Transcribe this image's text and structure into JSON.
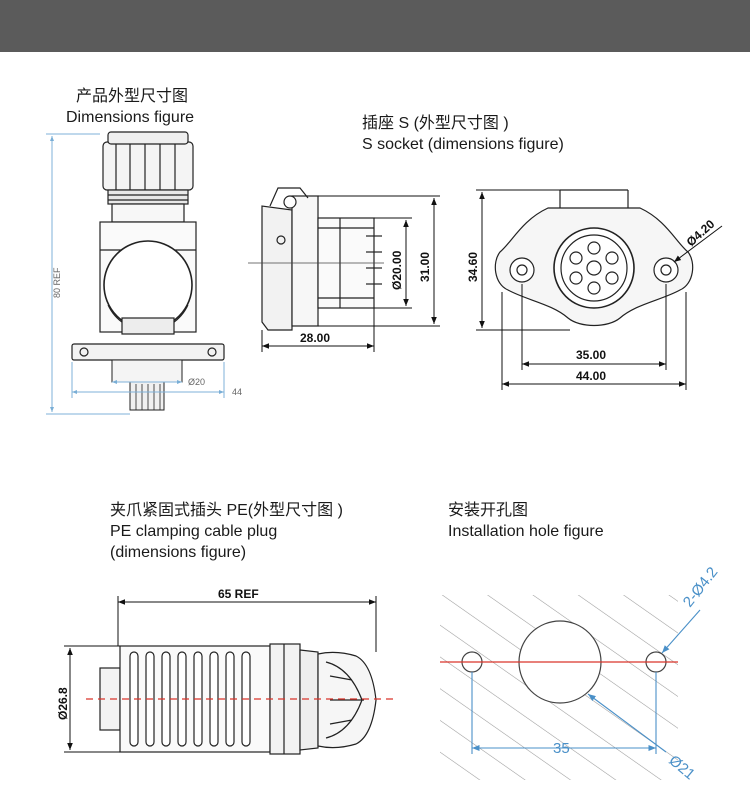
{
  "captions": {
    "dimensions": {
      "zh": "产品外型尺寸图",
      "en": "Dimensions figure"
    },
    "socket": {
      "zh": "插座 S (外型尺寸图 )",
      "en": "S socket (dimensions figure)"
    },
    "plug": {
      "zh": "夹爪紧固式插头 PE(外型尺寸图 )",
      "en1": "PE clamping cable plug",
      "en2": "(dimensions figure)"
    },
    "hole": {
      "zh": "安装开孔图",
      "en": "Installation hole figure"
    }
  },
  "dims": {
    "product": {
      "height": "80 REF",
      "dia": "Ø20",
      "width": "44"
    },
    "socket_side": {
      "len": "28.00",
      "dia": "Ø20.00",
      "h": "31.00"
    },
    "socket_front": {
      "h": "34.60",
      "hole": "Ø4.20",
      "inner": "35.00",
      "outer": "44.00"
    },
    "plug": {
      "len": "65 REF",
      "dia": "Ø26.8"
    },
    "hole": {
      "holes": "2-Ø4.2",
      "spacing": "35",
      "center": "Ø21"
    }
  },
  "colors": {
    "banner": "#5b5b5b",
    "dimension_blue": "#4a90c8",
    "centerline_red": "#d9342b"
  }
}
